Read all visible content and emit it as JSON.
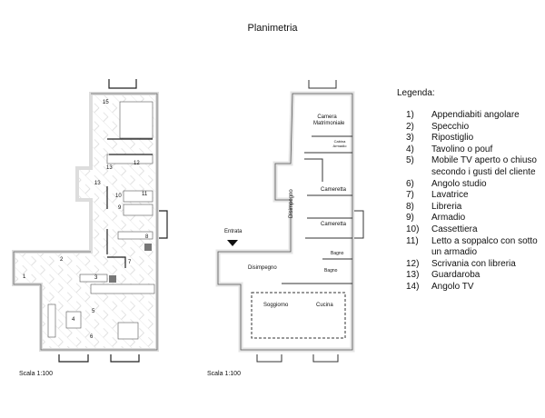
{
  "title": "Planimetria",
  "scale_left": "Scala 1:100",
  "scale_right": "Scala 1:100",
  "left_plan": {
    "numbers": [
      "1",
      "2",
      "3",
      "4",
      "5",
      "6",
      "7",
      "8",
      "9",
      "10",
      "11",
      "12",
      "13",
      "13",
      "15"
    ]
  },
  "right_plan": {
    "entrance": "Entrata",
    "rooms": [
      "Camera Matrimoniale",
      "Cabina Armadio",
      "Cameretta",
      "Cameretta",
      "Disimpegno",
      "Disimpegno",
      "Bagno",
      "Bagno",
      "Soggiorno",
      "Cucina"
    ]
  },
  "legend": {
    "heading": "Legenda:",
    "items": [
      {
        "n": "1)",
        "t": "Appendiabiti angolare"
      },
      {
        "n": "2)",
        "t": "Specchio"
      },
      {
        "n": "3)",
        "t": "Ripostiglio"
      },
      {
        "n": "4)",
        "t": "Tavolino o pouf"
      },
      {
        "n": "5)",
        "t": "Mobile TV aperto o chiuso"
      },
      {
        "n": "",
        "t": "secondo i gusti del cliente"
      },
      {
        "n": "6)",
        "t": "Angolo studio"
      },
      {
        "n": "7)",
        "t": "Lavatrice"
      },
      {
        "n": "8)",
        "t": "Libreria"
      },
      {
        "n": "9)",
        "t": "Armadio"
      },
      {
        "n": "10)",
        "t": "Cassettiera"
      },
      {
        "n": "11)",
        "t": "Letto a soppalco con sotto"
      },
      {
        "n": "",
        "t": "un armadio"
      },
      {
        "n": "12)",
        "t": "Scrivania con libreria"
      },
      {
        "n": "13)",
        "t": "Guardaroba"
      },
      {
        "n": "14)",
        "t": "Angolo TV"
      }
    ]
  }
}
